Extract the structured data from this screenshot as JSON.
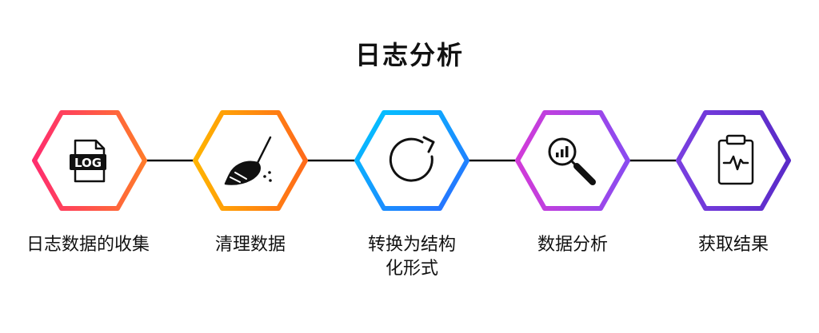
{
  "title": "日志分析",
  "steps": [
    {
      "icon": "log-file-icon",
      "label_lines": [
        "日志数据的收集"
      ]
    },
    {
      "icon": "broom-icon",
      "label_lines": [
        "清理数据"
      ]
    },
    {
      "icon": "refresh-icon",
      "label_lines": [
        "转换为结构",
        "化形式"
      ]
    },
    {
      "icon": "magnifier-chart-icon",
      "label_lines": [
        "数据分析"
      ]
    },
    {
      "icon": "clipboard-pulse-icon",
      "label_lines": [
        "获取结果"
      ]
    }
  ],
  "icon_text": {
    "log": "LOG"
  },
  "colors": {
    "hex1_start": "#ff2d6e",
    "hex1_end": "#ff7a2a",
    "hex2_start": "#ffb300",
    "hex2_end": "#ff6a1a",
    "hex3_start": "#00c8ff",
    "hex3_end": "#2a6bff",
    "hex4_start": "#d23bd8",
    "hex4_end": "#8a4bf0",
    "hex5_start": "#7a3fe0",
    "hex5_end": "#5a2bc8",
    "connector": "#111111",
    "icon": "#111111"
  }
}
